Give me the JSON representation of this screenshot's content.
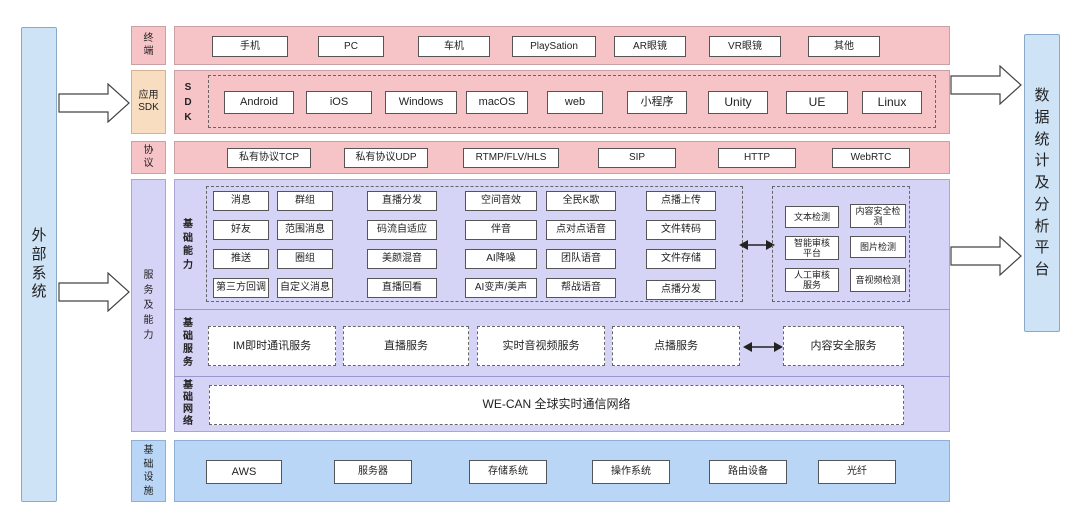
{
  "left_system": "外部系统",
  "right_platform": "数据统计及分析平台",
  "layers": {
    "terminal": {
      "label": "终端",
      "items": [
        "手机",
        "PC",
        "车机",
        "PlaySation",
        "AR眼镜",
        "VR眼镜",
        "其他"
      ]
    },
    "sdk": {
      "label": "应用SDK",
      "inner_label": "SDK",
      "items": [
        "Android",
        "iOS",
        "Windows",
        "macOS",
        "web",
        "小程序",
        "Unity",
        "UE",
        "Linux"
      ]
    },
    "protocol": {
      "label": "协议",
      "items": [
        "私有协议TCP",
        "私有协议UDP",
        "RTMP/FLV/HLS",
        "SIP",
        "HTTP",
        "WebRTC"
      ]
    },
    "service": {
      "label": "服务及能力",
      "basic_ability": {
        "label": "基础能力",
        "col1": [
          "消息",
          "好友",
          "推送",
          "第三方回调"
        ],
        "col2": [
          "群组",
          "范围消息",
          "圈组",
          "自定义消息"
        ],
        "col3": [
          "直播分发",
          "码流自适应",
          "美颜混音",
          "直播回看"
        ],
        "col4": [
          "空间音效",
          "伴音",
          "AI降噪",
          "AI变声/美声"
        ],
        "col5": [
          "全民K歌",
          "点对点语音",
          "团队语音",
          "帮战语音"
        ],
        "col6": [
          "点播上传",
          "文件转码",
          "文件存储",
          "点播分发"
        ],
        "security": [
          "文本检测",
          "内容安全检测",
          "智能审核平台",
          "图片检测",
          "人工审核服务",
          "音视频检测"
        ]
      },
      "basic_service": {
        "label": "基础服务",
        "items": [
          "IM即时通讯服务",
          "直播服务",
          "实时音视频服务",
          "点播服务"
        ],
        "security": "内容安全服务"
      },
      "basic_network": {
        "label": "基础网络",
        "network": "WE-CAN 全球实时通信网络"
      }
    },
    "infra": {
      "label": "基础设施",
      "items": [
        "AWS",
        "服务器",
        "存储系统",
        "操作系统",
        "路由设备",
        "光纤"
      ]
    }
  }
}
